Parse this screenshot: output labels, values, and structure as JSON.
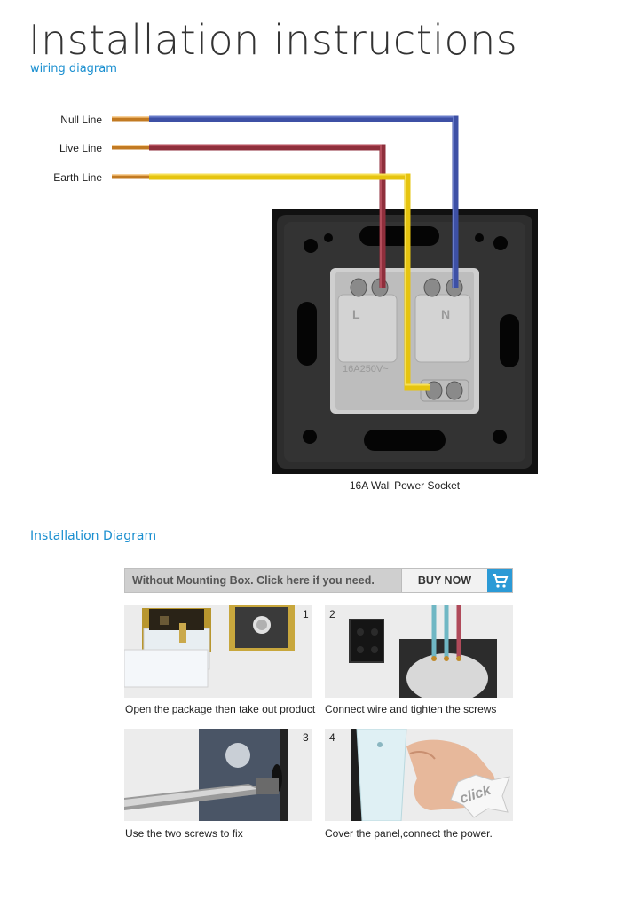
{
  "header": {
    "title": "Installation instructions",
    "subtitle": "wiring diagram"
  },
  "wiring": {
    "lines": [
      {
        "label": "Null Line",
        "color": "#4a5fb0"
      },
      {
        "label": "Live Line",
        "color": "#9e3b48"
      },
      {
        "label": "Earth Line",
        "color": "#e8c820"
      }
    ],
    "terminal_labels": [
      "L",
      "N"
    ],
    "rating_text": "16A250V~",
    "caption": "16A Wall Power Socket"
  },
  "installation": {
    "section_title": "Installation Diagram",
    "banner_text": "Without Mounting Box. Click here if you need.",
    "buy_label": "BUY NOW",
    "steps": [
      {
        "number": "1",
        "caption": "Open the package then take out product"
      },
      {
        "number": "2",
        "caption": "Connect wire and tighten the screws"
      },
      {
        "number": "3",
        "caption": "Use the two screws to fix"
      },
      {
        "number": "4",
        "caption": "Cover the panel,connect the power."
      }
    ],
    "click_text": "click"
  },
  "colors": {
    "accent": "#1a8fd0",
    "buy_button": "#2b9ad6"
  }
}
